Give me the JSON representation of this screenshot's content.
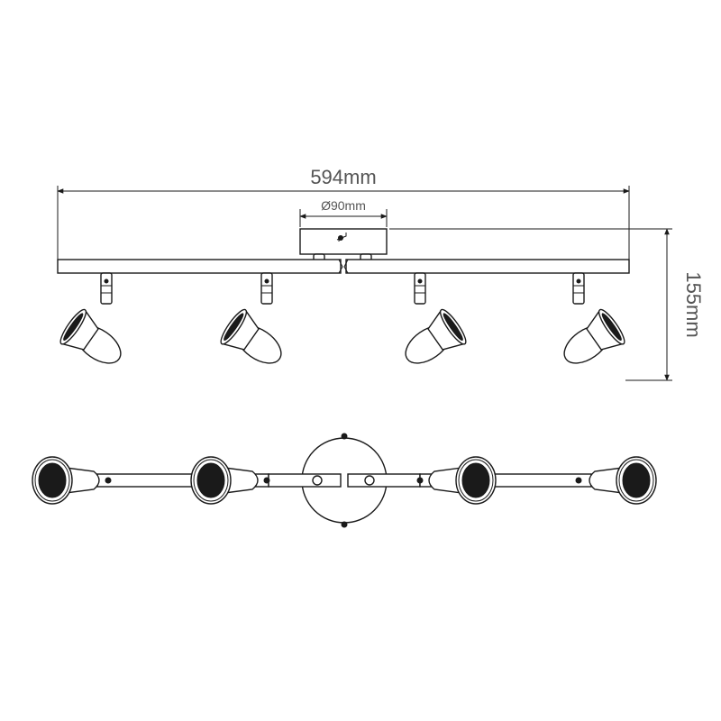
{
  "dimensions": {
    "overall_width": "594mm",
    "base_diameter": "Ø90mm",
    "height": "155mm"
  },
  "colors": {
    "line": "#1a1a1a",
    "dimension_text": "#555555",
    "background": "#ffffff"
  }
}
